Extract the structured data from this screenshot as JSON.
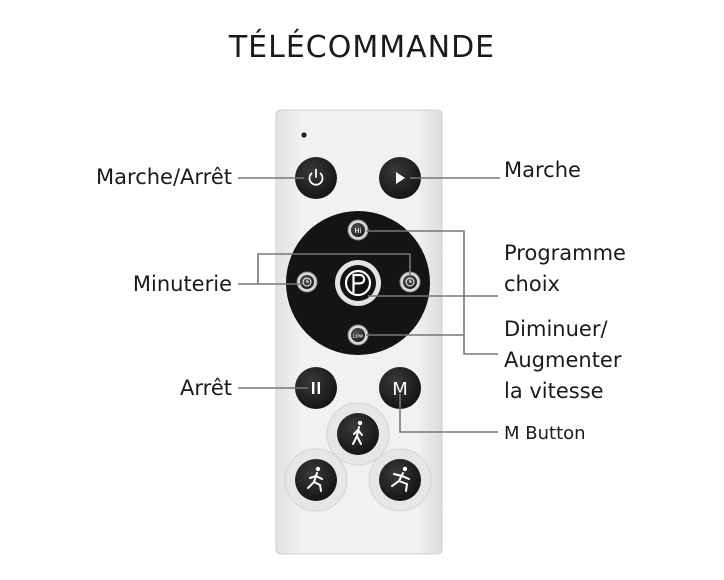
{
  "title": "TÉLÉCOMMANDE",
  "labels": {
    "power": "Marche/Arrêt",
    "start": "Marche",
    "program": [
      "Programme",
      "choix"
    ],
    "timer": "Minuterie",
    "speed": [
      "Diminuer/",
      "Augmenter",
      "la vitesse"
    ],
    "stop": "Arrêt",
    "mode": "M Button"
  },
  "button_glyphs": {
    "mode": "M",
    "hi": "Hi",
    "low": "Low"
  },
  "icons": [
    "power-icon",
    "play-icon",
    "pause-icon",
    "timer-icon",
    "program-p-icon",
    "walk-icon",
    "jog-icon",
    "run-icon"
  ],
  "colors": {
    "remote_body": "#ececec",
    "button_dark": "#1e1e1e",
    "label_line": "#777777"
  }
}
